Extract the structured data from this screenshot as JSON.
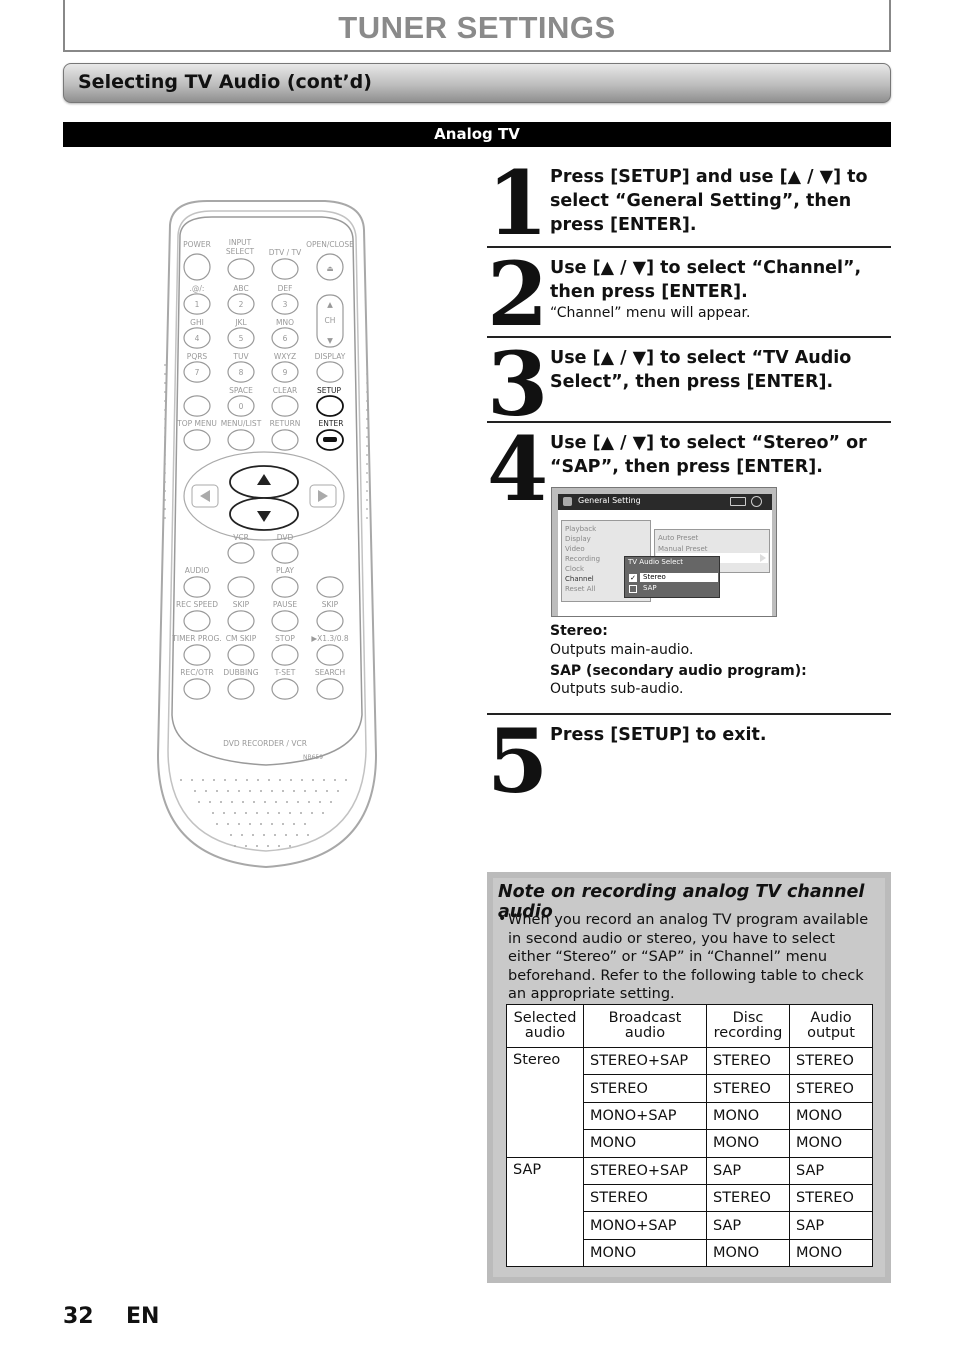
{
  "header": {
    "title": "TUNER SETTINGS",
    "section": "Selecting TV Audio (cont’d)",
    "subsection": "Analog TV"
  },
  "steps": [
    {
      "num": "1",
      "text": "Press [SETUP] and use [▲ / ▼] to select “General Setting”, then press [ENTER].",
      "sub": ""
    },
    {
      "num": "2",
      "text": "Use [▲ / ▼] to select “Channel”, then press [ENTER].",
      "sub": "“Channel” menu will appear."
    },
    {
      "num": "3",
      "text": "Use [▲ / ▼] to select “TV Audio Select”, then press [ENTER].",
      "sub": ""
    },
    {
      "num": "4",
      "text": "Use [▲ / ▼] to select “Stereo” or “SAP”, then press [ENTER].",
      "sub": ""
    },
    {
      "num": "5",
      "text": "Press [SETUP] to exit.",
      "sub": ""
    }
  ],
  "menu": {
    "title": "General Setting",
    "items": [
      "Playback",
      "Display",
      "Video",
      "Recording",
      "Clock",
      "Channel",
      "Reset All"
    ],
    "submenu": [
      "Auto Preset",
      "Manual Preset"
    ],
    "popup_title": "TV Audio Select",
    "options": [
      "Stereo",
      "SAP"
    ]
  },
  "descriptions": {
    "stereo_label": "Stereo:",
    "stereo_text": "Outputs main-audio.",
    "sap_label": "SAP (secondary audio program):",
    "sap_text": "Outputs sub-audio."
  },
  "remote": {
    "labels": [
      "POWER",
      "INPUT SELECT",
      "DTV / TV",
      "OPEN/CLOSE",
      ".@/:",
      "ABC",
      "DEF",
      "GHI",
      "JKL",
      "MNO",
      "CH",
      "PQRS",
      "TUV",
      "WXYZ",
      "DISPLAY",
      "SPACE",
      "CLEAR",
      "SETUP",
      "TOP MENU",
      "MENU/LIST",
      "RETURN",
      "ENTER",
      "VCR",
      "DVD",
      "AUDIO",
      "PLAY",
      "REC SPEED",
      "SKIP",
      "PAUSE",
      "SKIP",
      "TIMER PROG.",
      "CM SKIP",
      "STOP",
      "▶X1.3/0.8",
      "REC/OTR",
      "DUBBING",
      "T-SET",
      "SEARCH"
    ],
    "digits": [
      "1",
      "2",
      "3",
      "4",
      "5",
      "6",
      "7",
      "8",
      "9",
      "0"
    ],
    "model": "DVD RECORDER / VCR",
    "code": "NB659"
  },
  "note": {
    "title": "Note on recording analog TV channel audio",
    "bullet": "•",
    "body": "When you record an analog TV program available in second audio or stereo, you have to select either “Stereo” or “SAP” in “Channel” menu beforehand. Refer to the following table to check an appropriate setting."
  },
  "table": {
    "headers": [
      "Selected audio",
      "Broadcast audio",
      "Disc recording",
      "Audio output"
    ],
    "groups": [
      {
        "selected": "Stereo",
        "rows": [
          [
            "STEREO+SAP",
            "STEREO",
            "STEREO"
          ],
          [
            "STEREO",
            "STEREO",
            "STEREO"
          ],
          [
            "MONO+SAP",
            "MONO",
            "MONO"
          ],
          [
            "MONO",
            "MONO",
            "MONO"
          ]
        ]
      },
      {
        "selected": "SAP",
        "rows": [
          [
            "STEREO+SAP",
            "SAP",
            "SAP"
          ],
          [
            "STEREO",
            "STEREO",
            "STEREO"
          ],
          [
            "MONO+SAP",
            "SAP",
            "SAP"
          ],
          [
            "MONO",
            "MONO",
            "MONO"
          ]
        ]
      }
    ]
  },
  "footer": {
    "page": "32",
    "lang": "EN"
  }
}
